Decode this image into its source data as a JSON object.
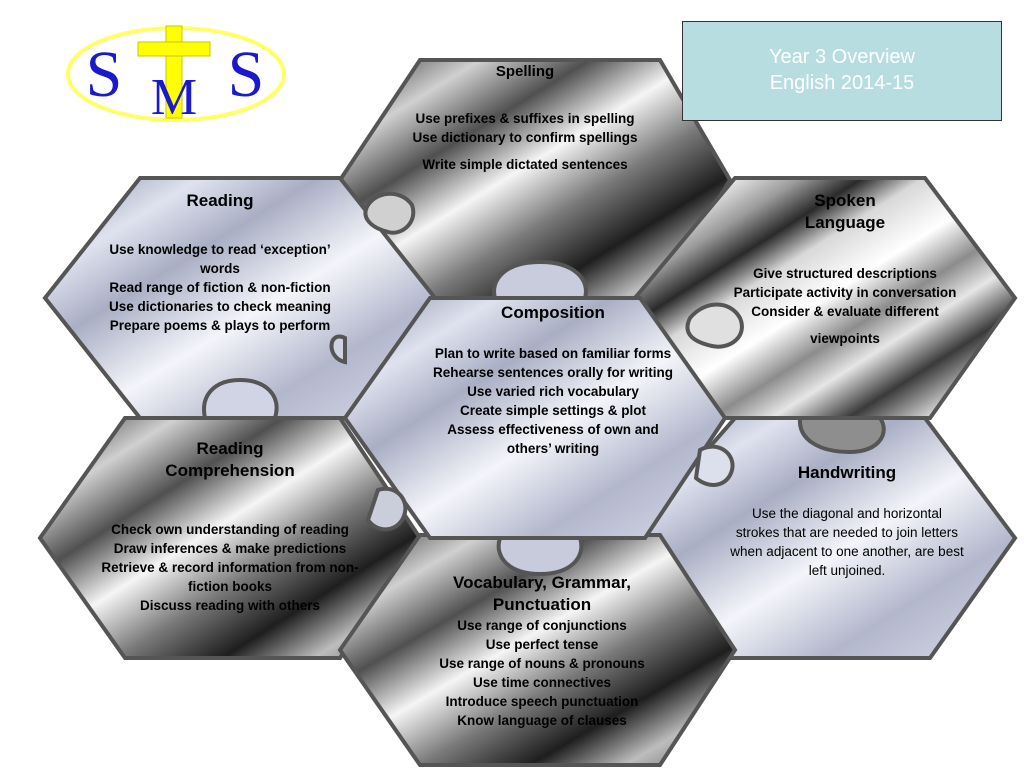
{
  "logo": {
    "letter_left": "S",
    "letter_mid": "M",
    "letter_right": "S",
    "ring_color": "#ffff66",
    "letter_color": "#1a1acc"
  },
  "title": {
    "line1": "Year 3 Overview",
    "line2": "English 2014-15"
  },
  "spelling": {
    "heading": "Spelling",
    "items": [
      "Use prefixes & suffixes in spelling",
      "Use dictionary to confirm spellings"
    ],
    "extra": "Write simple dictated sentences"
  },
  "reading": {
    "heading": "Reading",
    "items": [
      "Use knowledge to read ‘exception’",
      "words",
      "Read range of fiction & non-fiction",
      "Use dictionaries to check meaning",
      "Prepare poems & plays to perform"
    ]
  },
  "spoken": {
    "heading_line1": "Spoken",
    "heading_line2": "Language",
    "items": [
      "Give structured descriptions",
      "Participate activity in conversation",
      "Consider & evaluate different"
    ],
    "extra": "viewpoints"
  },
  "composition": {
    "heading": "Composition",
    "items": [
      "Plan to write based on familiar forms",
      "Rehearse sentences orally for writing",
      "Use varied rich vocabulary",
      "Create simple settings & plot",
      "Assess effectiveness of own and",
      "others’ writing"
    ]
  },
  "reading_comp": {
    "heading_line1": "Reading",
    "heading_line2": "Comprehension",
    "items": [
      "Check own understanding of reading",
      "Draw inferences & make predictions",
      "Retrieve & record information from non-",
      "fiction books",
      "Discuss reading with others"
    ]
  },
  "handwriting": {
    "heading": "Handwriting",
    "items": [
      "Use the diagonal and horizontal",
      "strokes that are needed to join letters",
      "when adjacent to one another, are best",
      "left unjoined."
    ]
  },
  "vgp": {
    "heading_line1": "Vocabulary, Grammar,",
    "heading_line2": "Punctuation",
    "items": [
      "Use range of conjunctions",
      "Use perfect tense",
      "Use range of nouns & pronouns",
      "Use time connectives",
      "Introduce speech punctuation",
      "Know language of clauses"
    ]
  }
}
